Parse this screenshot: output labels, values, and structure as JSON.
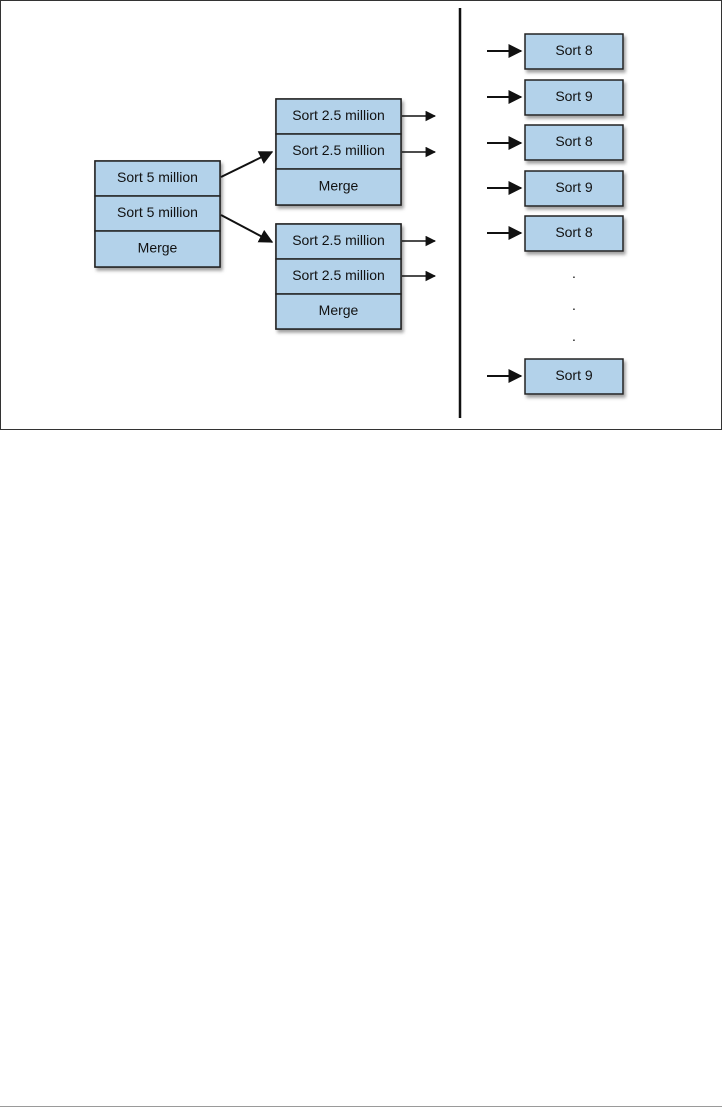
{
  "diagram": {
    "fill_color": "#b3d2ea",
    "stroke_color": "#222222",
    "shadow_color": "#8a8a8a",
    "left_panel": {
      "level0": {
        "cells": [
          "Sort 5 million",
          "Sort 5 million",
          "Merge"
        ]
      },
      "level1": [
        {
          "cells": [
            "Sort 2.5 million",
            "Sort 2.5 million",
            "Merge"
          ]
        },
        {
          "cells": [
            "Sort 2.5 million",
            "Sort 2.5 million",
            "Merge"
          ]
        }
      ]
    },
    "right_panel": {
      "items": [
        "Sort 8",
        "Sort 9",
        "Sort 8",
        "Sort 9",
        "Sort 8"
      ],
      "ellipsis": ".",
      "last_item": "Sort 9"
    }
  }
}
